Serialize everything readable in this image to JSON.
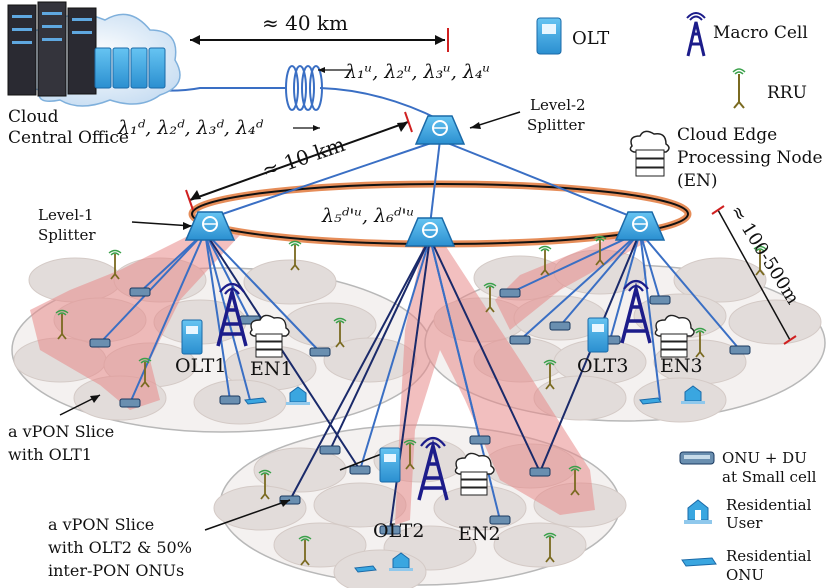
{
  "labels": {
    "cloud_co": "Cloud",
    "cloud_co2": "Central Office",
    "dist_40": "≈ 40 km",
    "dist_10": "≈ 10 km",
    "dist_100_500": "≈ 100-500m",
    "lambda_up": "λ₁ᵘ, λ₂ᵘ, λ₃ᵘ, λ₄ᵘ",
    "lambda_down": "λ₁ᵈ, λ₂ᵈ, λ₃ᵈ, λ₄ᵈ",
    "lambda_ring": "λ₅ᵈ'ᵘ, λ₆ᵈ'ᵘ",
    "level2": "Level-2",
    "level2b": "Splitter",
    "level1": "Level-1",
    "level1b": "Splitter",
    "olt1": "OLT1",
    "en1": "EN1",
    "olt2": "OLT2",
    "en2": "EN2",
    "olt3": "OLT3",
    "en3": "EN3",
    "slice1a": "a vPON Slice",
    "slice1b": "with OLT1",
    "slice2a": "a vPON Slice",
    "slice2b": "with OLT2 & 50%",
    "slice2c": "inter-PON ONUs"
  },
  "legend": {
    "olt": "OLT",
    "macro": "Macro Cell",
    "rru": "RRU",
    "en1": "Cloud Edge",
    "en2": "Processing Node",
    "en3": "(EN)",
    "onu1": "ONU + DU",
    "onu2": "at Small cell",
    "res1": "Residential",
    "res2": "User",
    "resonu1": "Residential",
    "resonu2": "ONU"
  },
  "colors": {
    "fiber_blue": "#3a6fc4",
    "fiber_dark": "#1a2a6a",
    "slice_red": "#e88a8a",
    "ring_orange": "#e07030",
    "cell_gray": "#e2dcda",
    "macro_navy": "#1c1c8a",
    "device_cyan": "#3aa6e0"
  }
}
